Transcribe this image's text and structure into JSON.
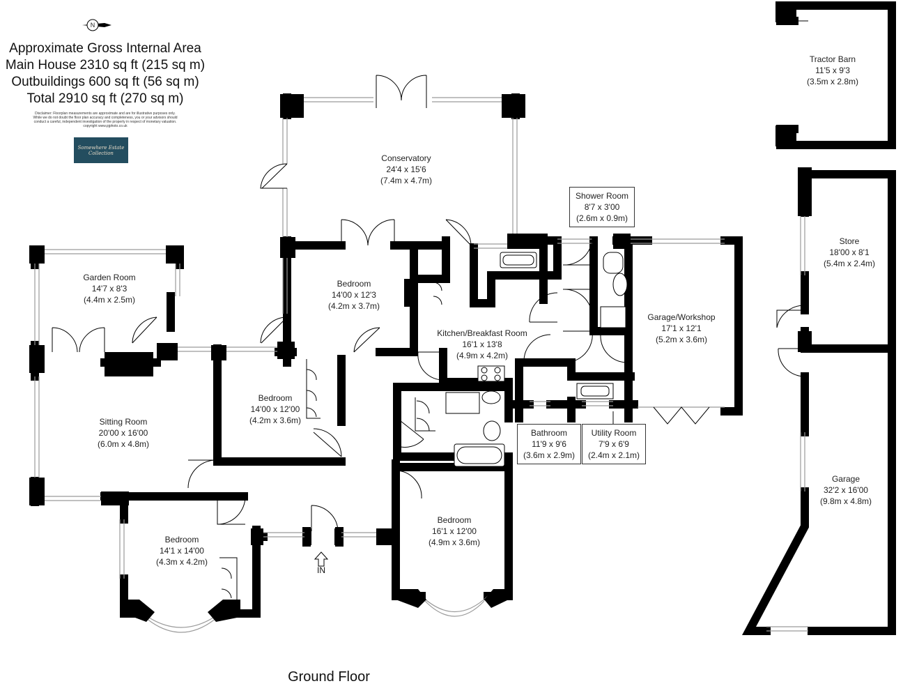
{
  "header": {
    "title": "Approximate Gross Internal Area",
    "main_house": "Main House 2310 sq ft (215 sq m)",
    "outbuildings": "Outbuildings 600 sq ft (56 sq m)",
    "total": "Total 2910 sq ft (270 sq m)"
  },
  "disclaimer": {
    "line1": "Disclaimer: Floorplan measurements are approximate and are for illustrative purposes only.",
    "line2": "While we do not doubt the floor plan accuracy and completeness, you or your advisors should",
    "line3": "conduct a careful, independent investigation of the property in respect of monetary valuation.",
    "line4": "copyright www.pjphoto.co.uk"
  },
  "logo_text": "Somewhere Estate Collection",
  "compass_letter": "N",
  "entrance_label": "IN",
  "floor_label": "Ground Floor",
  "rooms": {
    "conservatory": {
      "name": "Conservatory",
      "imperial": "24'4 x 15'6",
      "metric": "(7.4m x 4.7m)"
    },
    "shower_room": {
      "name": "Shower Room",
      "imperial": "8'7 x 3'00",
      "metric": "(2.6m x 0.9m)"
    },
    "garden_room": {
      "name": "Garden Room",
      "imperial": "14'7 x 8'3",
      "metric": "(4.4m x 2.5m)"
    },
    "bedroom_1": {
      "name": "Bedroom",
      "imperial": "14'00 x 12'3",
      "metric": "(4.2m x 3.7m)"
    },
    "kitchen": {
      "name": "Kitchen/Breakfast Room",
      "imperial": "16'1 x 13'8",
      "metric": "(4.9m x 4.2m)"
    },
    "garage_workshop": {
      "name": "Garage/Workshop",
      "imperial": "17'1 x 12'1",
      "metric": "(5.2m x 3.6m)"
    },
    "bedroom_2": {
      "name": "Bedroom",
      "imperial": "14'00 x 12'00",
      "metric": "(4.2m x 3.6m)"
    },
    "sitting_room": {
      "name": "Sitting Room",
      "imperial": "20'00 x 16'00",
      "metric": "(6.0m x 4.8m)"
    },
    "bathroom": {
      "name": "Bathroom",
      "imperial": "11'9 x 9'6",
      "metric": "(3.6m x 2.9m)"
    },
    "utility_room": {
      "name": "Utility Room",
      "imperial": "7'9 x 6'9",
      "metric": "(2.4m x 2.1m)"
    },
    "bedroom_3": {
      "name": "Bedroom",
      "imperial": "16'1 x 12'00",
      "metric": "(4.9m x 3.6m)"
    },
    "bedroom_4": {
      "name": "Bedroom",
      "imperial": "14'1 x 14'00",
      "metric": "(4.3m x 4.2m)"
    },
    "tractor_barn": {
      "name": "Tractor Barn",
      "imperial": "11'5 x 9'3",
      "metric": "(3.5m x 2.8m)"
    },
    "store": {
      "name": "Store",
      "imperial": "18'00 x 8'1",
      "metric": "(5.4m x 2.4m)"
    },
    "garage": {
      "name": "Garage",
      "imperial": "32'2 x 16'00",
      "metric": "(9.8m x 4.8m)"
    }
  },
  "colors": {
    "wall": "#000000",
    "window": "#9a9a9a",
    "logo_bg": "#234d5f"
  }
}
